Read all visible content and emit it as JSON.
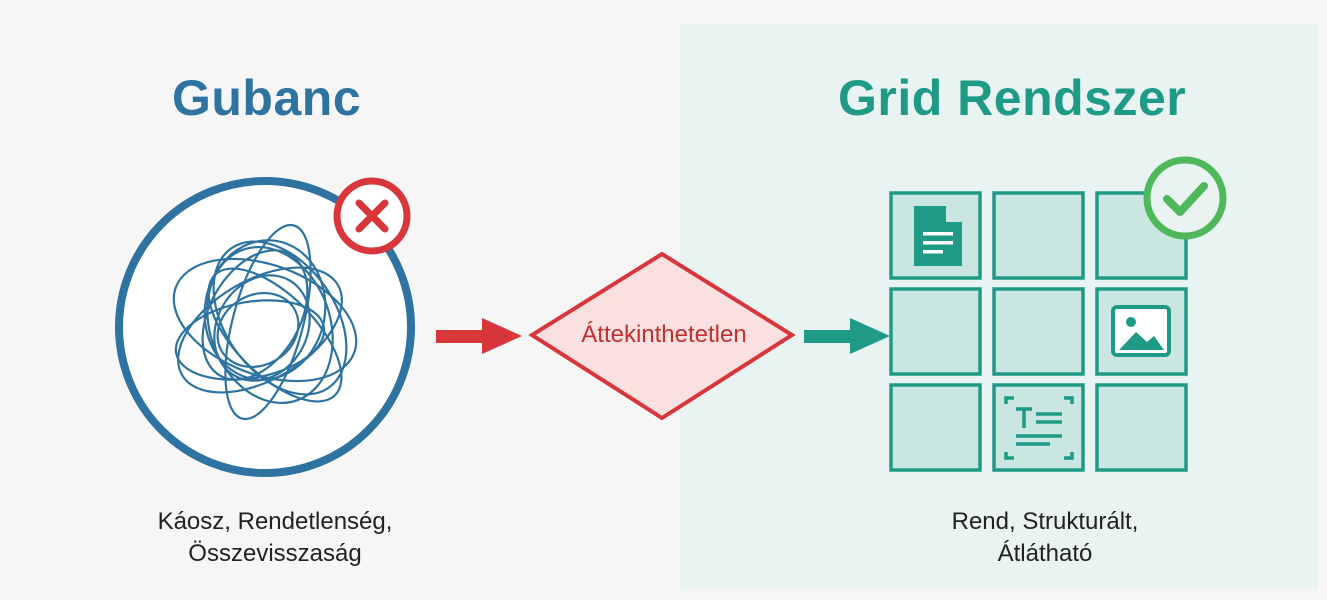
{
  "left": {
    "title": "Gubanc",
    "caption_line1": "Káosz, Rendetlenség,",
    "caption_line2": "Összevisszaság",
    "icon": "x-icon"
  },
  "middle": {
    "label": "Áttekinthetetlen"
  },
  "right": {
    "title": "Grid Rendszer",
    "caption_line1": "Rend, Strukturált,",
    "caption_line2": "Átlátható",
    "icon": "check-icon",
    "cells_icons": [
      "document-icon",
      "",
      "",
      "",
      "",
      "image-icon",
      "",
      "text-icon",
      ""
    ]
  },
  "colors": {
    "blue": "#2f73a1",
    "red": "#d9363c",
    "teal": "#1f9a86",
    "green": "#4fb85a",
    "cell_fill": "#c9e6e0"
  }
}
